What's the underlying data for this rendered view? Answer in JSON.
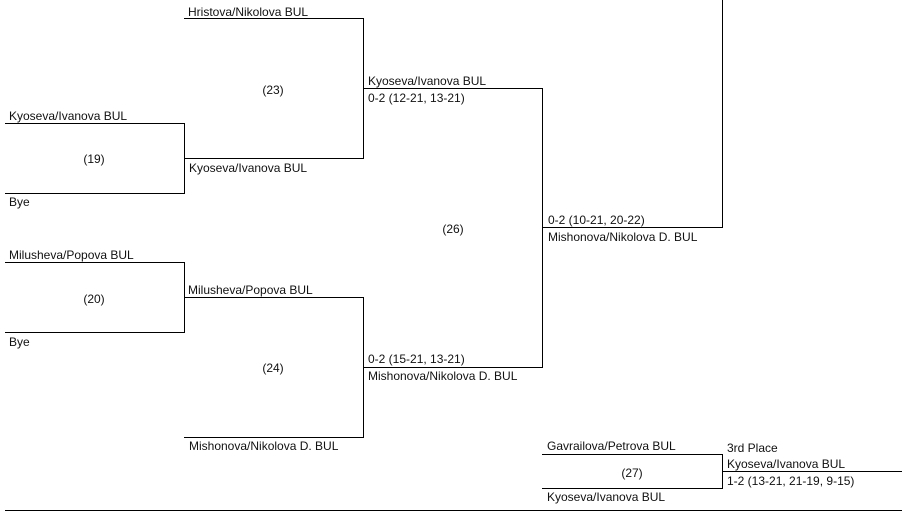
{
  "colors": {
    "line": "#000000",
    "text": "#111111",
    "background": "#ffffff"
  },
  "round1": {
    "m19": {
      "top": "Kyoseva/Ivanova BUL",
      "number": "(19)",
      "bottom": "Bye"
    },
    "m20": {
      "top": "Milusheva/Popova BUL",
      "number": "(20)",
      "bottom": "Bye"
    }
  },
  "round2": {
    "m23": {
      "top": "Hristova/Nikolova BUL",
      "number": "(23)",
      "bottom": "Kyoseva/Ivanova BUL"
    },
    "m24": {
      "top": "Milusheva/Popova BUL",
      "number": "(24)",
      "bottom": "Mishonova/Nikolova D. BUL"
    }
  },
  "round3": {
    "m26": {
      "top_team": "Kyoseva/Ivanova BUL",
      "top_score": "0-2 (12-21, 13-21)",
      "number": "(26)",
      "bottom_score": "0-2 (15-21, 13-21)",
      "bottom_team": "Mishonova/Nikolova D. BUL"
    }
  },
  "round4": {
    "score": "0-2 (10-21, 20-22)",
    "team": "Mishonova/Nikolova D. BUL"
  },
  "third_place": {
    "top": "Gavrailova/Petrova BUL",
    "number": "(27)",
    "bottom": "Kyoseva/Ivanova BUL",
    "label": "3rd Place",
    "winner": "Kyoseva/Ivanova BUL",
    "score": "1-2 (13-21, 21-19, 9-15)"
  }
}
